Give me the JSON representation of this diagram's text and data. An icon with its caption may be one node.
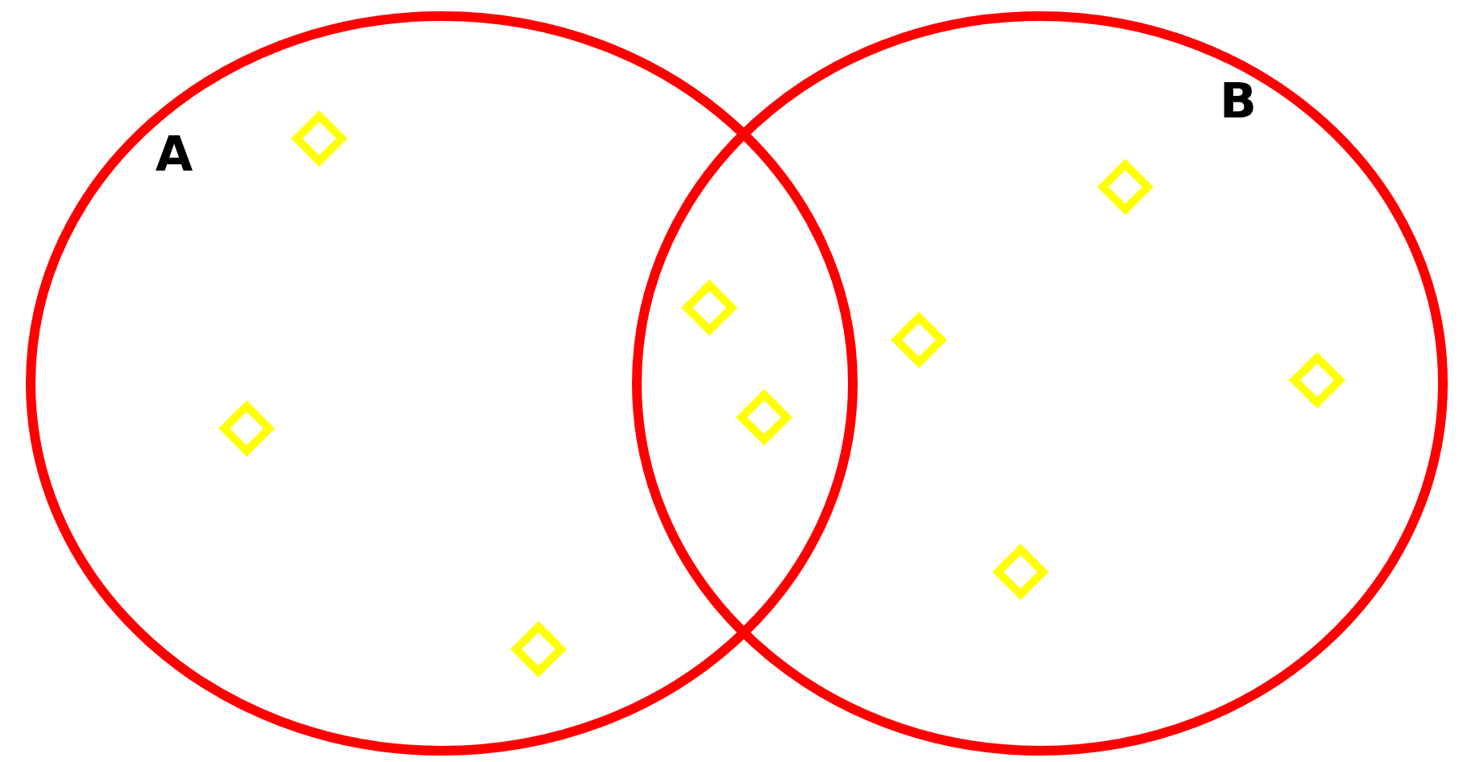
{
  "diagram": {
    "nodes": [
      {
        "text": [
          "A"
        ]
      },
      {
        "text": [
          "B"
        ]
      },
      {
        "text": [],
        "shape": "diamond",
        "in": 0
      },
      {
        "text": [],
        "shape": "diamond",
        "in": 0
      },
      {
        "text": [],
        "shape": "diamond",
        "in": 0
      },
      {
        "text": [],
        "shape": "diamond"
      },
      {
        "text": [],
        "shape": "diamond"
      },
      {
        "text": [],
        "shape": "diamond",
        "in": 1
      },
      {
        "text": [],
        "shape": "diamond",
        "in": 1
      },
      {
        "text": [],
        "shape": "diamond",
        "in": 1
      },
      {
        "text": [],
        "shape": "diamond",
        "in": 1
      }
    ]
  }
}
